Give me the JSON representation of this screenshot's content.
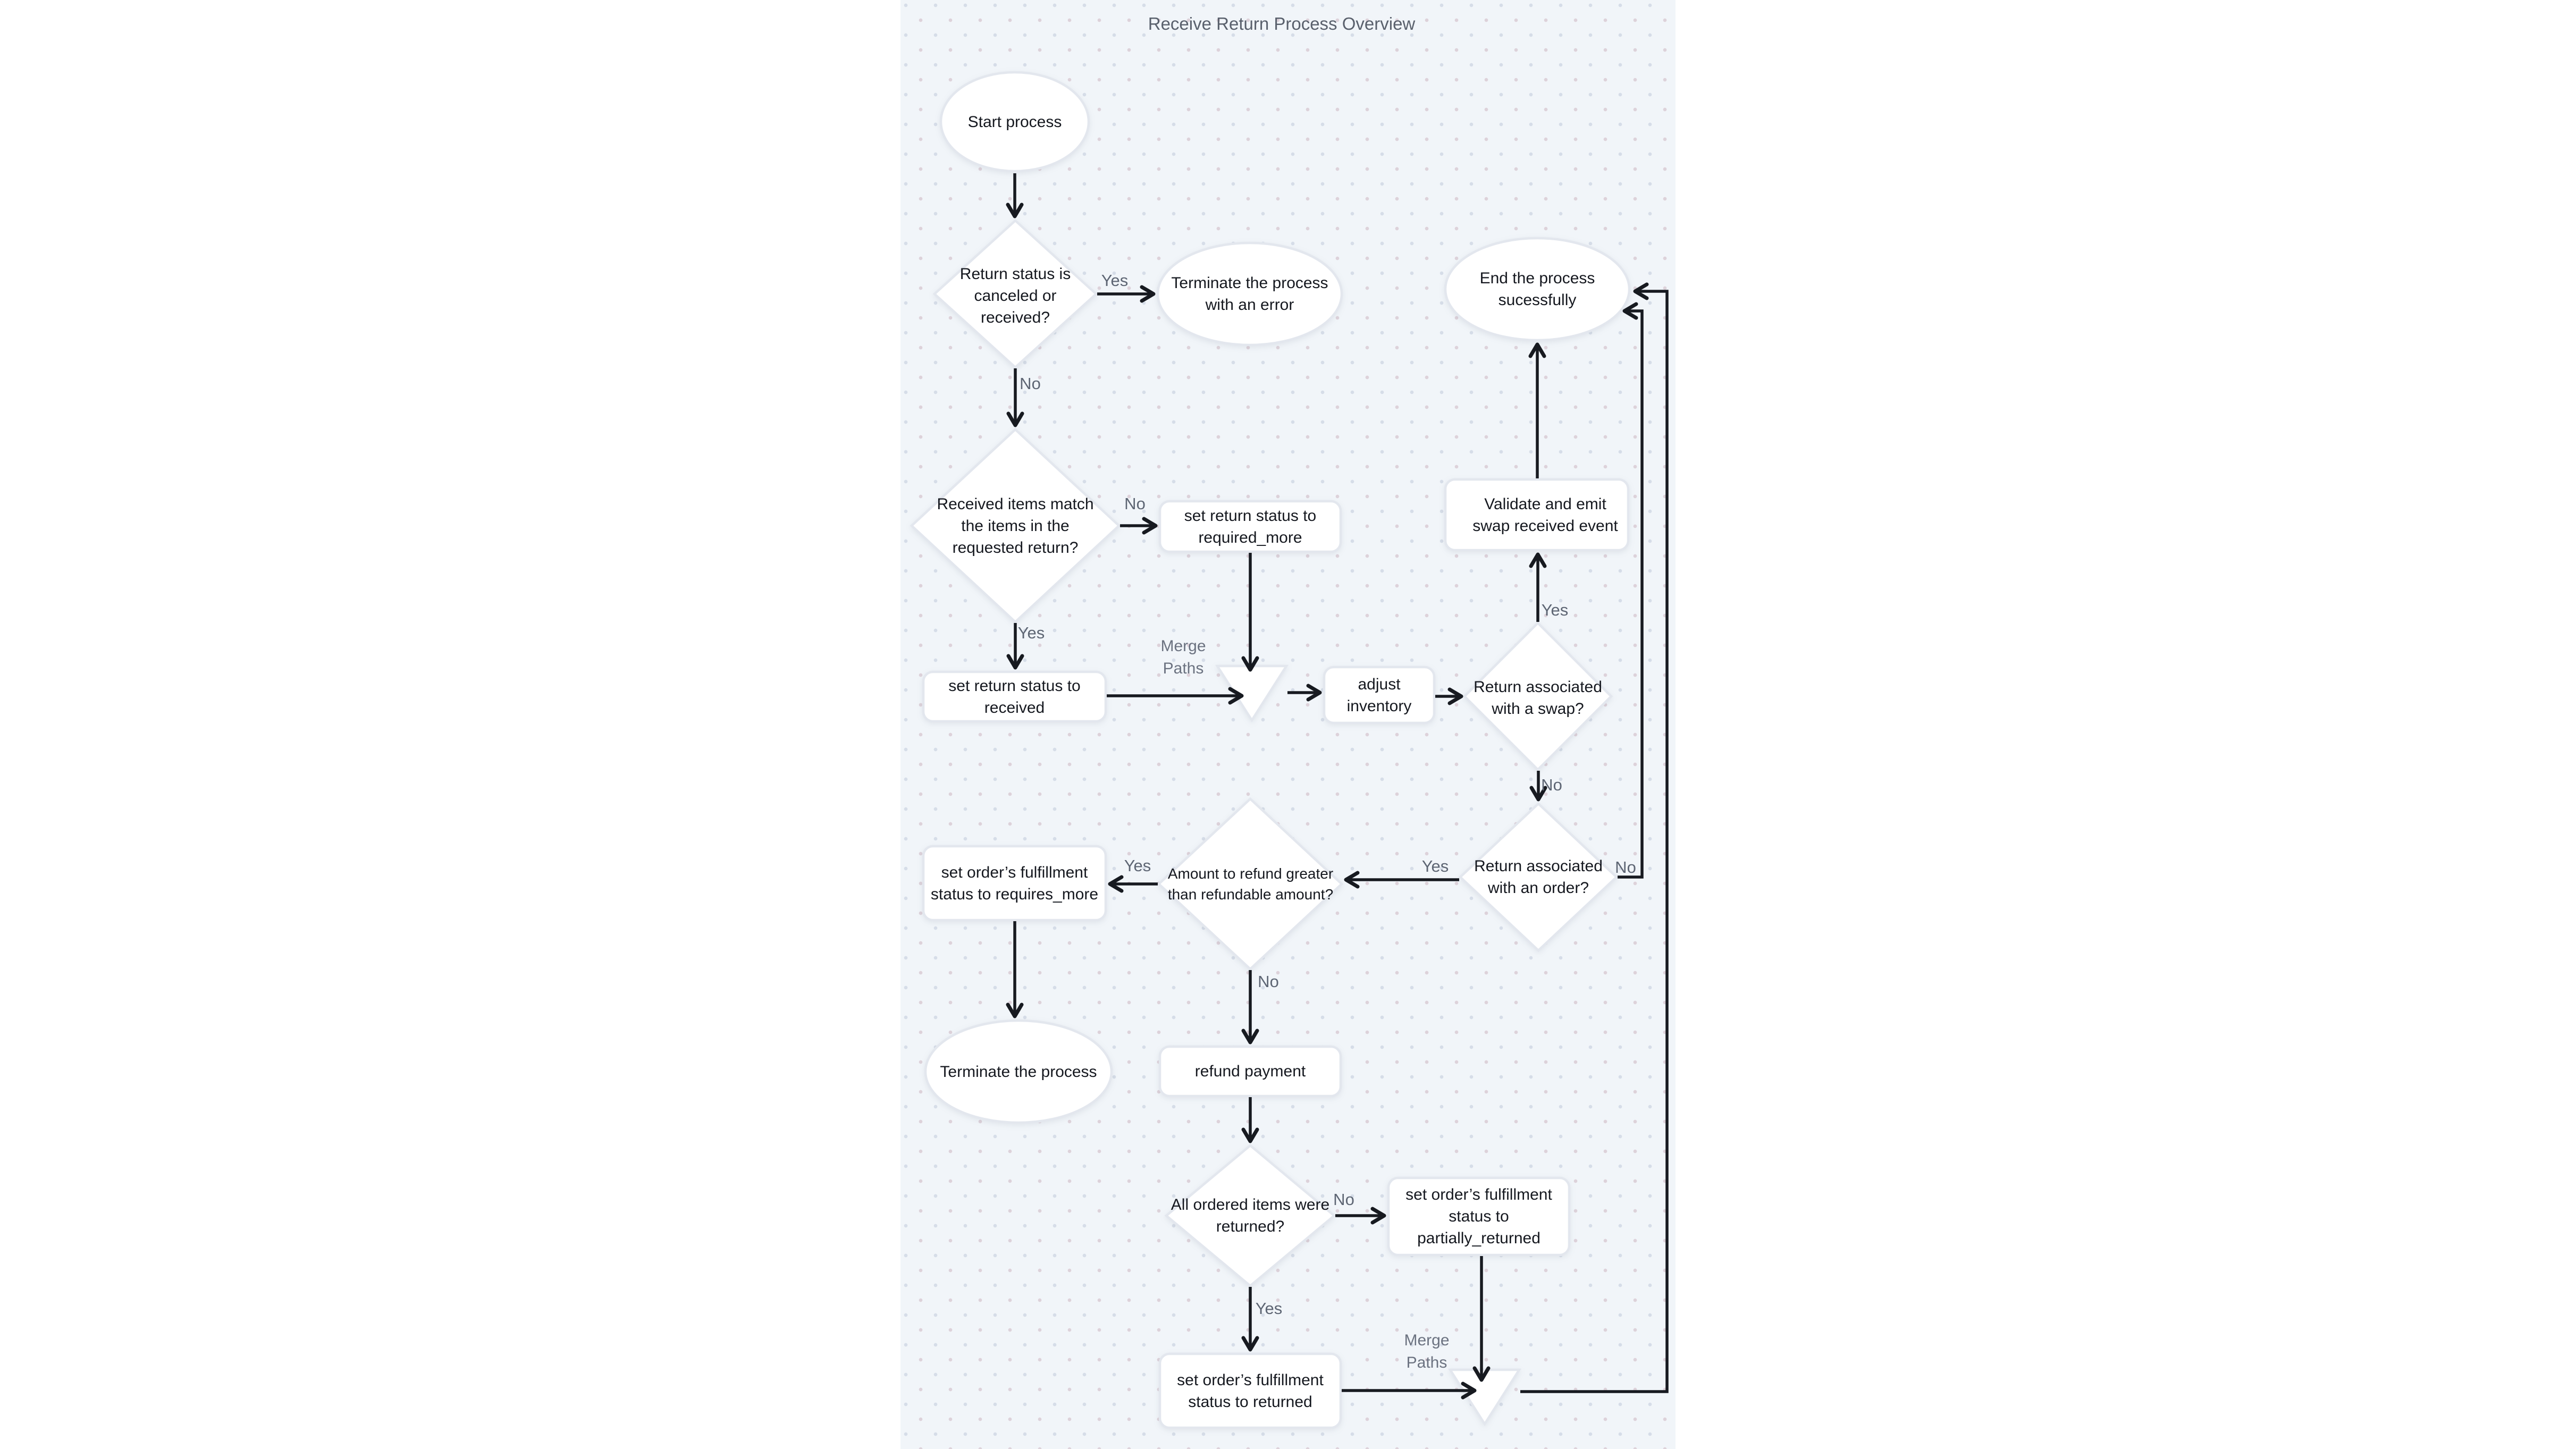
{
  "title": "Receive Return Process Overview",
  "colors": {
    "canvas_bg": "#f1f5f9",
    "node_fill": "#ffffff",
    "node_border": "#e3e7ee",
    "edge_color": "#171a20",
    "edge_label_color": "#5d6573",
    "node_text_color": "#15181f",
    "title_color": "#59606c"
  },
  "nodes": {
    "start": {
      "label": "Start process",
      "type": "ellipse"
    },
    "d_status": {
      "label": "Return status is canceled or received?",
      "type": "decision"
    },
    "terminate_error": {
      "label": "Terminate the process with an error",
      "type": "ellipse"
    },
    "end_success": {
      "label": "End the process sucessfully",
      "type": "ellipse"
    },
    "d_items_match": {
      "label": "Received items match the items in the requested return?",
      "type": "decision"
    },
    "r_required_more": {
      "label": "set return status to required_more",
      "type": "step"
    },
    "r_received": {
      "label": "set return status to received",
      "type": "step"
    },
    "r_adjust": {
      "label": "adjust inventory",
      "type": "step"
    },
    "d_swap": {
      "label": "Return associated with a swap?",
      "type": "decision"
    },
    "r_validate": {
      "label": "Validate and emit swap received event",
      "type": "step"
    },
    "d_order": {
      "label": "Return associated with an order?",
      "type": "decision"
    },
    "d_refund_amount": {
      "label": "Amount to refund greater than refundable amount?",
      "type": "decision"
    },
    "r_requires_more": {
      "label": "set order’s fulfillment status to requires_more",
      "type": "step"
    },
    "terminate": {
      "label": "Terminate the process",
      "type": "ellipse"
    },
    "r_refund": {
      "label": "refund payment",
      "type": "step"
    },
    "d_all_returned": {
      "label": "All ordered items were returned?",
      "type": "decision"
    },
    "r_partially": {
      "label": "set order’s fulfillment status to partially_returned",
      "type": "step"
    },
    "r_returned": {
      "label": "set order’s fulfillment status to returned",
      "type": "step"
    }
  },
  "edge_labels": {
    "d1_yes": "Yes",
    "d1_no": "No",
    "d2_no": "No",
    "d2_yes": "Yes",
    "d3_yes": "Yes",
    "d3_no": "No",
    "d4_yes": "Yes",
    "d4_no": "No",
    "d5_yes": "Yes",
    "d5_no": "No",
    "d6_no": "No",
    "d6_yes": "Yes",
    "merge": {
      "line1": "Merge",
      "line2": "Paths"
    }
  }
}
